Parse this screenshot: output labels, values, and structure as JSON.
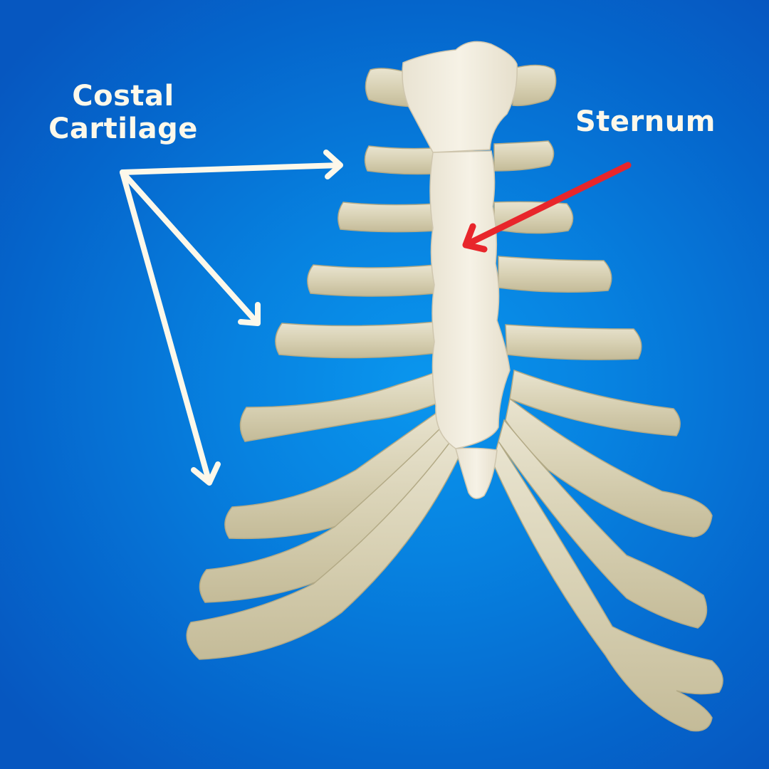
{
  "image": {
    "subject": "Anatomical model of the sternum with costal cartilages on a blue background",
    "background_color": "#0782e0"
  },
  "labels": {
    "costal_cartilage": {
      "line1": "Costal",
      "line2": "Cartilage",
      "color": "#fdf8ea",
      "arrow_color": "#fdf8ea",
      "arrow_count": 3
    },
    "sternum": {
      "text": "Sternum",
      "color": "#fdf8ea",
      "arrow_color": "#e8262b"
    }
  },
  "colors": {
    "bone": "#f2ede0",
    "cartilage": "#dcd6bc",
    "cartilage_shadow": "#b9b08e",
    "label_text": "#fdf8ea",
    "sternum_arrow": "#e8262b"
  }
}
